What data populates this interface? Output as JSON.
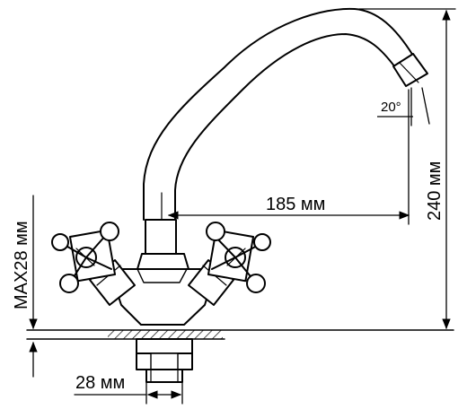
{
  "drawing": {
    "subject": "faucet-technical-drawing",
    "stroke_color": "#000000",
    "background_color": "#ffffff",
    "dimensions": {
      "spout_reach": "185 мм",
      "total_height": "240 мм",
      "max_mount_thickness": "MAX28 мм",
      "thread_diameter": "28 мм",
      "spout_angle": "20°"
    }
  }
}
